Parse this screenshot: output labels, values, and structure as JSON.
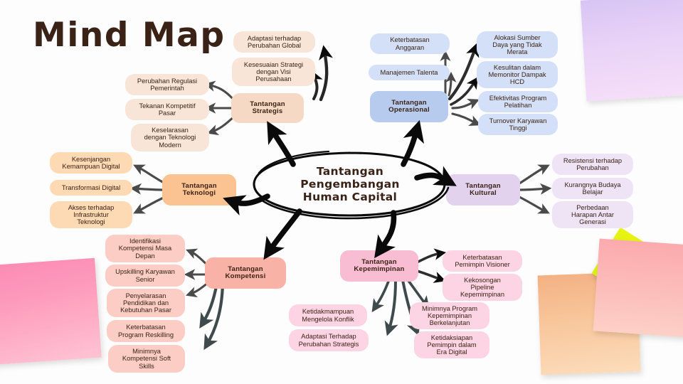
{
  "page_title": "Mind Map",
  "central": {
    "label": "Tantangan\nPengembangan\nHuman Capital",
    "color": "#3a2316"
  },
  "branches": [
    {
      "id": "strategis",
      "label": "Tantangan\nStrategis",
      "color": "#f5d9c4",
      "leaf_color": "#f8e5d7",
      "leaves": [
        "Adaptasi terhadap\nPerubahan Global",
        "Kesesuaian Strategi\ndengan Visi\nPerusahaan",
        "Perubahan Regulasi\nPemerintah",
        "Tekanan Kompetitif\nPasar",
        "Keselarasan\ndengan Teknologi\nModern"
      ]
    },
    {
      "id": "operasional",
      "label": "Tantangan\nOperasional",
      "color": "#b6cbee",
      "leaf_color": "#d3e0f7",
      "leaves": [
        "Keterbatasan\nAnggaran",
        "Manajemen Talenta",
        "Alokasi Sumber\nDaya yang Tidak\nMerata",
        "Kesulitan dalam\nMemonitor Dampak\nHCD",
        "Efektivitas Program\nPelatihan",
        "Turnover Karyawan\nTinggi"
      ]
    },
    {
      "id": "kultural",
      "label": "Tantangan\nKultural",
      "color": "#e2d2ee",
      "leaf_color": "#efe3f6",
      "leaves": [
        "Resistensi terhadap\nPerubahan",
        "Kurangnya Budaya\nBelajar",
        "Perbedaan\nHarapan Antar\nGenerasi"
      ]
    },
    {
      "id": "teknologi",
      "label": "Tantangan\nTeknologi",
      "color": "#fbc392",
      "leaf_color": "#fdd9b4",
      "leaves": [
        "Kesenjangan\nKemampuan Digital",
        "Transformasi Digital",
        "Akses terhadap\nInfrastruktur\nTeknologi"
      ]
    },
    {
      "id": "kompetensi",
      "label": "Tantangan\nKompetensi",
      "color": "#f9b3a6",
      "leaf_color": "#fbcdc4",
      "leaves": [
        "Identifikasi\nKompetensi Masa\nDepan",
        "Upskilling Karyawan\nSenior",
        "Penyelarasan\nPendidikan dan\nKebutuhan Pasar",
        "Keterbatasan\nProgram Reskilling",
        "Minimnya\nKompetensi Soft\nSkills"
      ]
    },
    {
      "id": "kepemimpinan",
      "label": "Tantangan\nKepemimpinan",
      "color": "#f9bdd3",
      "leaf_color": "#fcd4e3",
      "leaves": [
        "Keterbatasan\nPemimpin Visioner",
        "Kekosongan\nPipeline\nKepemimpinan",
        "Minimnya Program\nKepemimpinan\nBerkelanjutan",
        "Ketidaksiapan\nPemimpin dalam\nEra Digital",
        "Ketidakmampuan\nMengelola Konflik",
        "Adaptasi Terhadap\nPerubahan Strategis"
      ]
    }
  ],
  "sticky_notes": [
    {
      "name": "purple-note",
      "color": "#e2cdf6"
    },
    {
      "name": "pink-note-left",
      "color": "#fc96ba"
    },
    {
      "name": "yellow-note",
      "color": "#e2f211"
    },
    {
      "name": "pink-note-right",
      "color": "#fbb4b4"
    },
    {
      "name": "orange-note",
      "color": "#f6c195"
    }
  ],
  "chart_data": {
    "type": "diagram",
    "title": "Mind Map",
    "root": "Tantangan Pengembangan Human Capital",
    "branch_count": 6,
    "leaf_count": 28
  }
}
